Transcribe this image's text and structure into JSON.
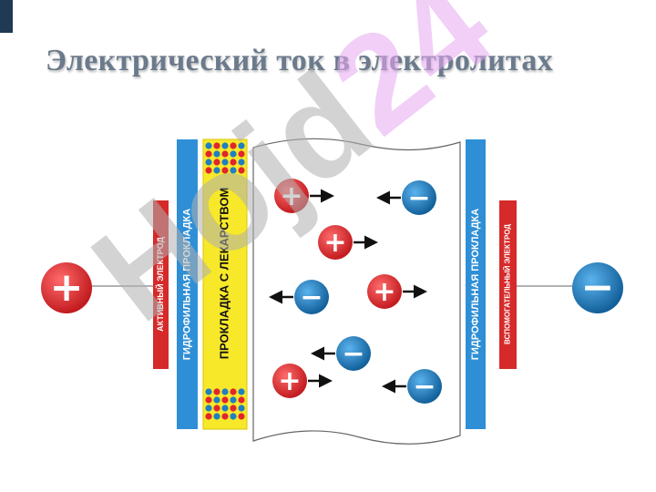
{
  "title": "Электрический ток в электролитах",
  "watermark": {
    "part1": "Hojd",
    "part2": "24"
  },
  "labels": {
    "active_electrode": "АКТИВНЫЙ ЭЛЕКТРОД",
    "hydrophilic_pad_left": "ГИДРОФИЛЬНАЯ ПРОКЛАДКА",
    "drug_pad": "ПРОКЛАДКА С ЛЕКАРСТВОМ",
    "hydrophilic_pad_right": "ГИДРОФИЛЬНАЯ ПРОКЛАДКА",
    "auxiliary_electrode": "ВСПОМОГАТЕЛЬНЫЙ ЭЛЕКТРОД"
  },
  "terminals": {
    "positive": "+",
    "negative": "−"
  },
  "colors": {
    "positive": "#e0262b",
    "negative": "#1f7fc1",
    "active_electrode": "#d62a2a",
    "hydrophilic_pad": "#2f8fd6",
    "drug_pad": "#f7e82a",
    "title": "#6b7a8c"
  },
  "ions": [
    {
      "charge": "positive",
      "direction": "right"
    },
    {
      "charge": "negative",
      "direction": "left"
    },
    {
      "charge": "positive",
      "direction": "right"
    },
    {
      "charge": "negative",
      "direction": "left"
    },
    {
      "charge": "positive",
      "direction": "right"
    },
    {
      "charge": "negative",
      "direction": "left"
    },
    {
      "charge": "positive",
      "direction": "right"
    },
    {
      "charge": "negative",
      "direction": "left"
    }
  ]
}
